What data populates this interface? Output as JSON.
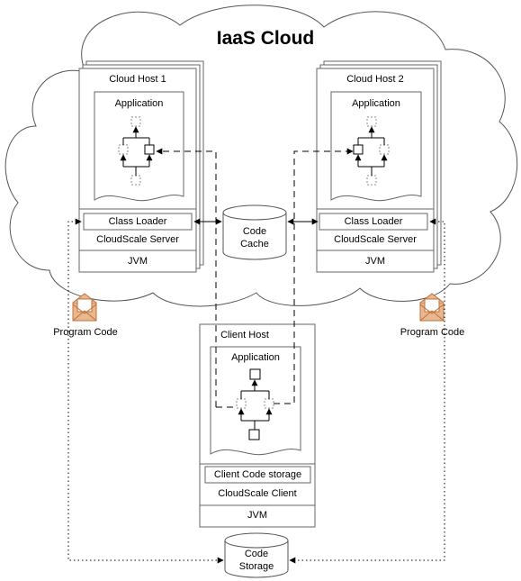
{
  "title": "IaaS Cloud",
  "host1": {
    "name": "Cloud Host 1",
    "application": "Application",
    "class_loader": "Class Loader",
    "server": "CloudScale Server",
    "jvm": "JVM"
  },
  "host2": {
    "name": "Cloud Host 2",
    "application": "Application",
    "class_loader": "Class Loader",
    "server": "CloudScale Server",
    "jvm": "JVM"
  },
  "code_cache": {
    "line1": "Code",
    "line2": "Cache"
  },
  "client": {
    "name": "Client Host",
    "application": "Application",
    "code_storage": "Client Code storage",
    "client": "CloudScale Client",
    "jvm": "JVM"
  },
  "code_storage": {
    "line1": "Code",
    "line2": "Storage"
  },
  "program_code_left": "Program Code",
  "program_code_right": "Program Code",
  "colors": {
    "stroke": "#555555",
    "fill": "#ffffff",
    "envelope": "#e8b890",
    "envelope_edge": "#c0703a"
  }
}
